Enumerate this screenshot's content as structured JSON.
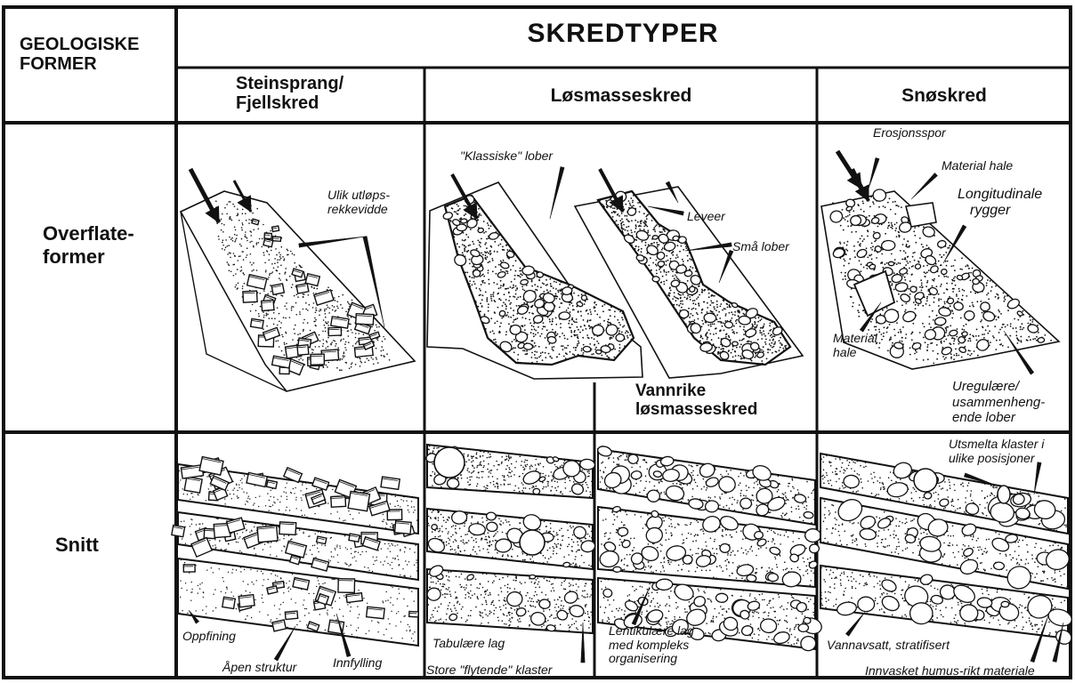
{
  "header": {
    "corner": [
      "GEOLOGISKE",
      "FORMER"
    ],
    "main_title": "SKREDTYPER",
    "columns": [
      {
        "lines": [
          "Steinsprang/",
          "Fjellskred"
        ]
      },
      {
        "lines": [
          "Løsmasseskred"
        ]
      },
      {
        "lines": [
          "Snøskred"
        ]
      }
    ]
  },
  "rows": {
    "surface": [
      "Overflate-",
      "former"
    ],
    "section": [
      "Snitt"
    ]
  },
  "sub_heading": [
    "Vannrike",
    "løsmasseskred"
  ],
  "labels": {
    "ulik": [
      "Ulik utløps-",
      "rekkevidde"
    ],
    "klassiske": [
      "\"Klassiske\" lober"
    ],
    "leveer": [
      "Leveer"
    ],
    "smaa": [
      "Små lober"
    ],
    "erosjon": [
      "Erosjonsspor"
    ],
    "mat_hale_top": [
      "Material hale"
    ],
    "longitud": [
      "Longitudinale",
      "rygger"
    ],
    "mat_hale_left": [
      "Material",
      "hale"
    ],
    "uregul": [
      "Uregulære/",
      "usammenheng-",
      "ende lober"
    ],
    "utsmelta": [
      "Utsmelta klaster i",
      "ulike posisjoner"
    ],
    "oppfining": [
      "Oppfining"
    ],
    "apen": [
      "Åpen struktur"
    ],
    "innfylling": [
      "Innfylling"
    ],
    "tabulaere": [
      "Tabulære lag"
    ],
    "store": [
      "Store \"flytende\" klaster"
    ],
    "lentikulaere": [
      "Lentikulære lag",
      "med kompleks",
      "organisering"
    ],
    "vannavsatt": [
      "Vannavsatt, stratifisert"
    ],
    "innvasket": [
      "Innvasket humus-rikt materiale"
    ]
  },
  "colors": {
    "ink": "#111111",
    "paper": "#ffffff",
    "fill": "#dcdcdc"
  }
}
